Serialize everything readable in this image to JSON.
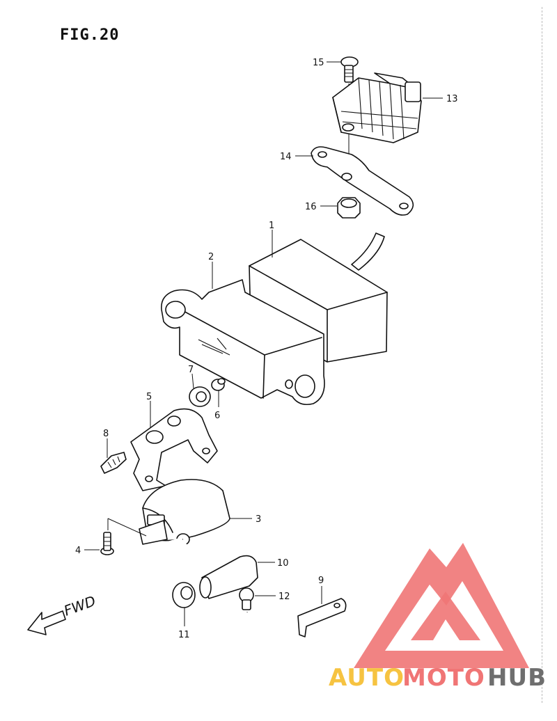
{
  "figure": {
    "title": "FIG.20"
  },
  "direction": {
    "label": "FWD"
  },
  "callouts": [
    "1",
    "2",
    "3",
    "4",
    "5",
    "6",
    "7",
    "8",
    "9",
    "10",
    "11",
    "12",
    "13",
    "14",
    "15",
    "16"
  ],
  "watermark": {
    "words": [
      "AUTO",
      "MOTO",
      "HUB"
    ],
    "colors": {
      "auto": "#f6c341",
      "moto": "#f07575",
      "hub": "#6e6e6e",
      "triangle": "#f07575"
    }
  }
}
